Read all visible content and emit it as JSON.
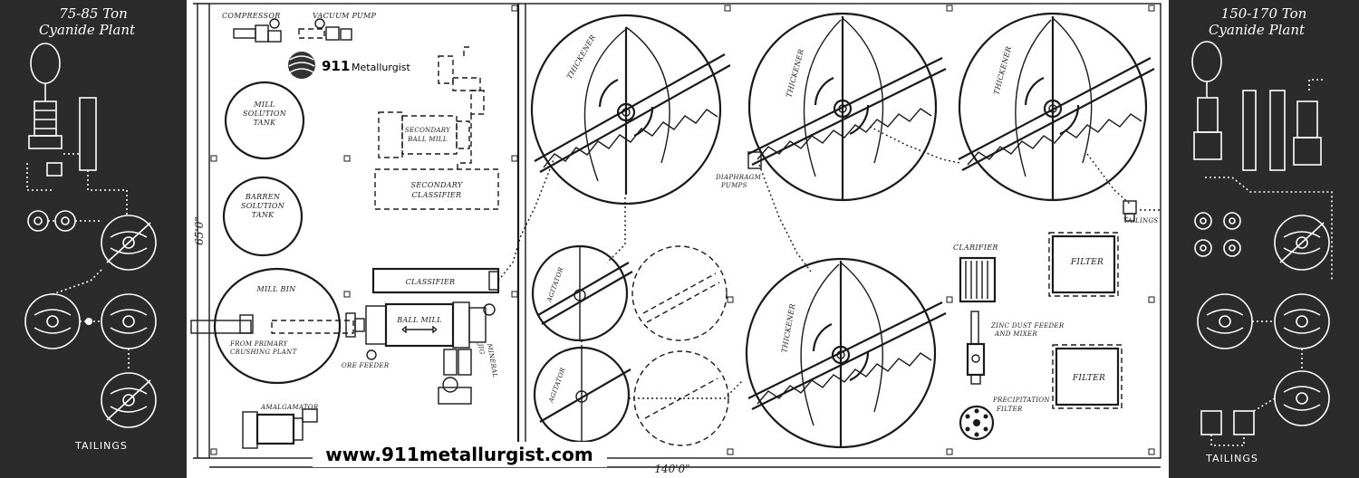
{
  "left_panel": {
    "title_line1": "75-85 Ton",
    "title_line2": "Cyanide Plant",
    "tailings": "TAILINGS"
  },
  "right_panel": {
    "title_line1": "150-170 Ton",
    "title_line2": "Cyanide Plant",
    "tailings": "TAILINGS"
  },
  "dimensions": {
    "height": "65'0\"",
    "width": "140'0\""
  },
  "logo": {
    "number": "911",
    "text": "Metallurgist"
  },
  "watermark": "www.911metallurgist.com",
  "labels": {
    "compressor": "COMPRESSOR",
    "vacuum_pump": "VACUUM PUMP",
    "mill_solution_tank_1": "MILL",
    "mill_solution_tank_2": "SOLUTION",
    "mill_solution_tank_3": "TANK",
    "barren_solution_tank_1": "BARREN",
    "barren_solution_tank_2": "SOLUTION",
    "barren_solution_tank_3": "TANK",
    "mill_bin": "MILL BIN",
    "from_primary_1": "FROM PRIMARY",
    "from_primary_2": "CRUSHING PLANT",
    "ore_feeder": "ORE FEEDER",
    "ball_mill": "BALL MILL",
    "classifier": "CLASSIFIER",
    "secondary_ball_mill_1": "SECONDARY",
    "secondary_ball_mill_2": "BALL MILL",
    "secondary_classifier_1": "SECONDARY",
    "secondary_classifier_2": "CLASSIFIER",
    "mineral_jig_1": "MINERAL",
    "mineral_jig_2": "JIG",
    "amalgamator": "AMALGAMATOR",
    "thickener": "THICKENER",
    "agitator": "AGITATOR",
    "diaphragm_pumps_1": "DIAPHRAGM",
    "diaphragm_pumps_2": "PUMPS",
    "tailings_out": "TAILINGS",
    "clarifier": "CLARIFIER",
    "filter": "FILTER",
    "zinc_dust_1": "ZINC DUST FEEDER",
    "zinc_dust_2": "AND MIXER",
    "precipitation_1": "PRECIPITATION",
    "precipitation_2": "FILTER"
  }
}
